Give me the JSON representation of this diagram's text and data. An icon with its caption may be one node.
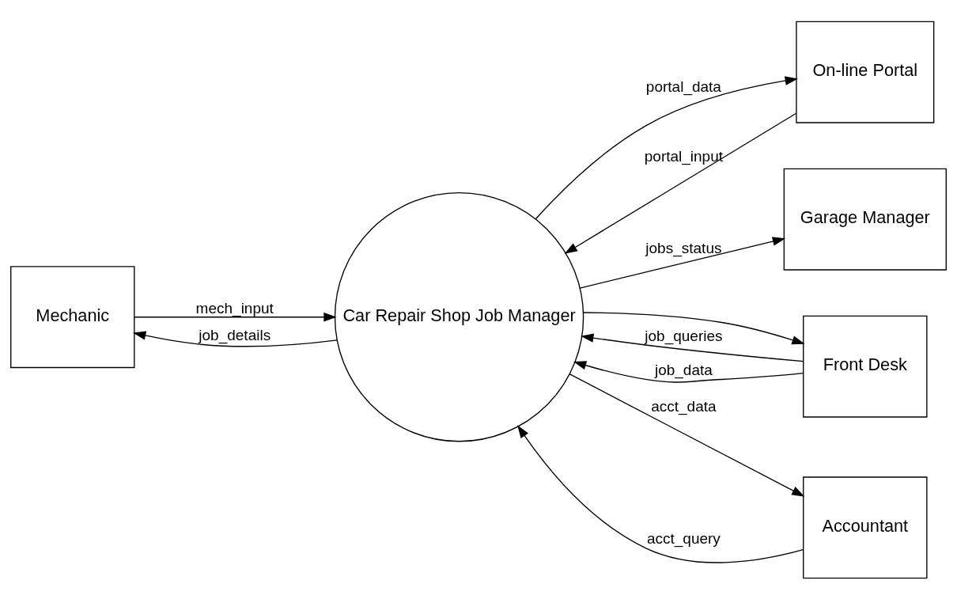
{
  "diagram": {
    "nodes": [
      {
        "text": [
          "Mechanic"
        ]
      },
      {
        "text": [
          "Car Repair Shop Job Manager"
        ]
      },
      {
        "text": [
          "On-line Portal"
        ]
      },
      {
        "text": [
          "Front Desk"
        ]
      },
      {
        "text": [
          "Garage Manager"
        ]
      },
      {
        "text": [
          "Accountant"
        ]
      }
    ],
    "edges": [
      {
        "from": 0,
        "to": 1,
        "arrow": "to",
        "label": "mech_input"
      },
      {
        "from": 1,
        "to": 0,
        "arrow": "to",
        "label": "job_details"
      },
      {
        "from": 1,
        "to": 3,
        "arrow": "to"
      },
      {
        "from": 1,
        "to": 2,
        "arrow": "to",
        "label": "portal_data"
      },
      {
        "from": 2,
        "to": 1,
        "arrow": "to",
        "label": "portal_input"
      },
      {
        "from": 3,
        "to": 1,
        "arrow": "to",
        "label": "job_queries"
      },
      {
        "from": 3,
        "to": 1,
        "arrow": "to",
        "label": "job_data"
      },
      {
        "from": 1,
        "to": 4,
        "arrow": "to",
        "label": "jobs_status"
      },
      {
        "from": 5,
        "to": 1,
        "arrow": "to",
        "label": "acct_query"
      },
      {
        "from": 1,
        "to": 5,
        "arrow": "to",
        "label": "acct_data"
      }
    ]
  }
}
